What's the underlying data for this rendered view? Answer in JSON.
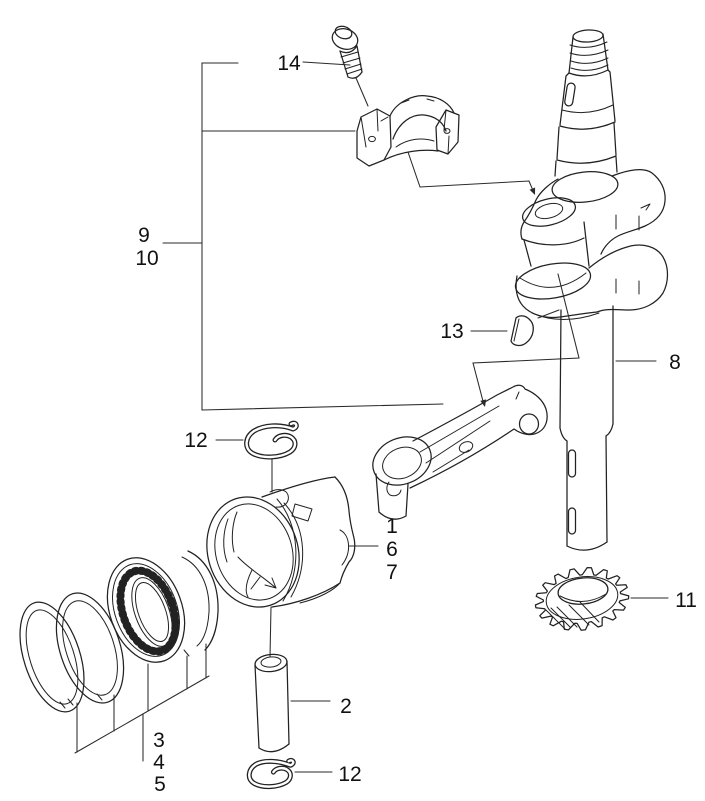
{
  "canvas": {
    "background": "#ffffff",
    "line_color": "#222222",
    "text_color": "#111111"
  },
  "callouts": {
    "cap_bolt": {
      "label": "14"
    },
    "bearing_upper": {
      "label": "9"
    },
    "bearing_lower": {
      "label": "10"
    },
    "woodruff_key": {
      "label": "13"
    },
    "crankshaft": {
      "label": "8"
    },
    "pin_clip_top": {
      "label": "12"
    },
    "connecting_rod": {
      "label": "1"
    },
    "piston_sub_a": {
      "label": "6"
    },
    "piston_sub_b": {
      "label": "7"
    },
    "piston_pin": {
      "label": "2"
    },
    "timing_gear": {
      "label": "11"
    },
    "ring_top": {
      "label": "3"
    },
    "ring_second": {
      "label": "4"
    },
    "ring_oil": {
      "label": "5"
    },
    "pin_clip_bottom": {
      "label": "12"
    }
  }
}
